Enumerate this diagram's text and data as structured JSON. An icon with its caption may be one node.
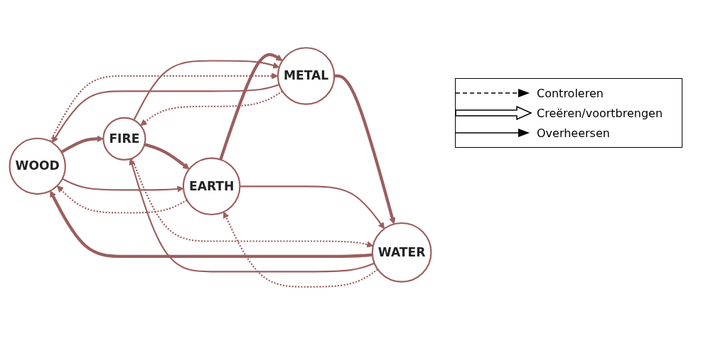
{
  "diagram": {
    "nodes": [
      {
        "text": [
          "WOOD"
        ]
      },
      {
        "text": [
          "WATER"
        ]
      },
      {
        "text": [
          "FIRE"
        ]
      },
      {
        "text": [
          "METAL"
        ]
      },
      {
        "text": [
          "EARTH"
        ]
      }
    ],
    "edges": [
      {
        "from": 1,
        "to": 0,
        "arrow": "to",
        "style": "thick"
      },
      {
        "from": 0,
        "to": 2,
        "arrow": "to",
        "style": "thick"
      },
      {
        "from": 2,
        "to": 4,
        "arrow": "to",
        "style": "thick"
      },
      {
        "from": 4,
        "to": 3,
        "arrow": "to",
        "style": "thick"
      },
      {
        "from": 3,
        "to": 1,
        "arrow": "to",
        "style": "thick"
      },
      {
        "from": 1,
        "to": 2,
        "arrow": "to"
      },
      {
        "from": 2,
        "to": 3,
        "arrow": "to"
      },
      {
        "from": 3,
        "to": 0,
        "arrow": "to"
      },
      {
        "from": 0,
        "to": 4,
        "arrow": "to"
      },
      {
        "from": 4,
        "to": 1,
        "arrow": "to"
      },
      {
        "from": 2,
        "to": 1,
        "arrow": "to",
        "style": "dashed"
      },
      {
        "from": 4,
        "to": 0,
        "arrow": "to",
        "style": "dashed"
      },
      {
        "from": 0,
        "to": 3,
        "arrow": "to",
        "style": "dashed"
      },
      {
        "from": 1,
        "to": 4,
        "arrow": "to",
        "style": "dashed"
      },
      {
        "from": 3,
        "to": 2,
        "arrow": "to",
        "style": "dashed"
      }
    ],
    "legend": [
      {
        "text": "Controleren"
      },
      {
        "text": "Creëren/voortbrengen"
      },
      {
        "text": "Overheersen"
      }
    ]
  }
}
